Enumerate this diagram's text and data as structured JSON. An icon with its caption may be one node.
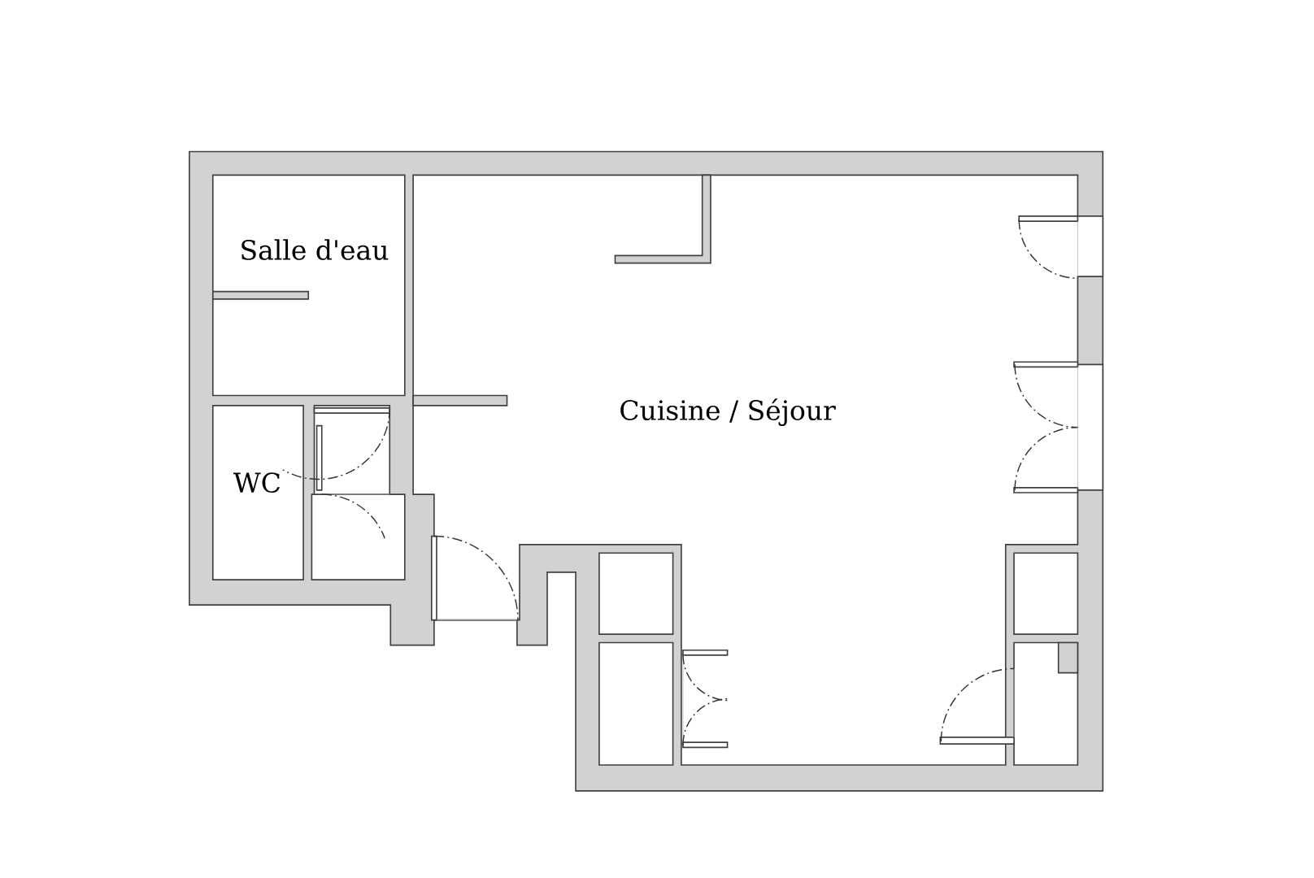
{
  "diagram": {
    "labels": [
      "Salle d'eau",
      "WC",
      "Cuisine / Séjour"
    ]
  }
}
